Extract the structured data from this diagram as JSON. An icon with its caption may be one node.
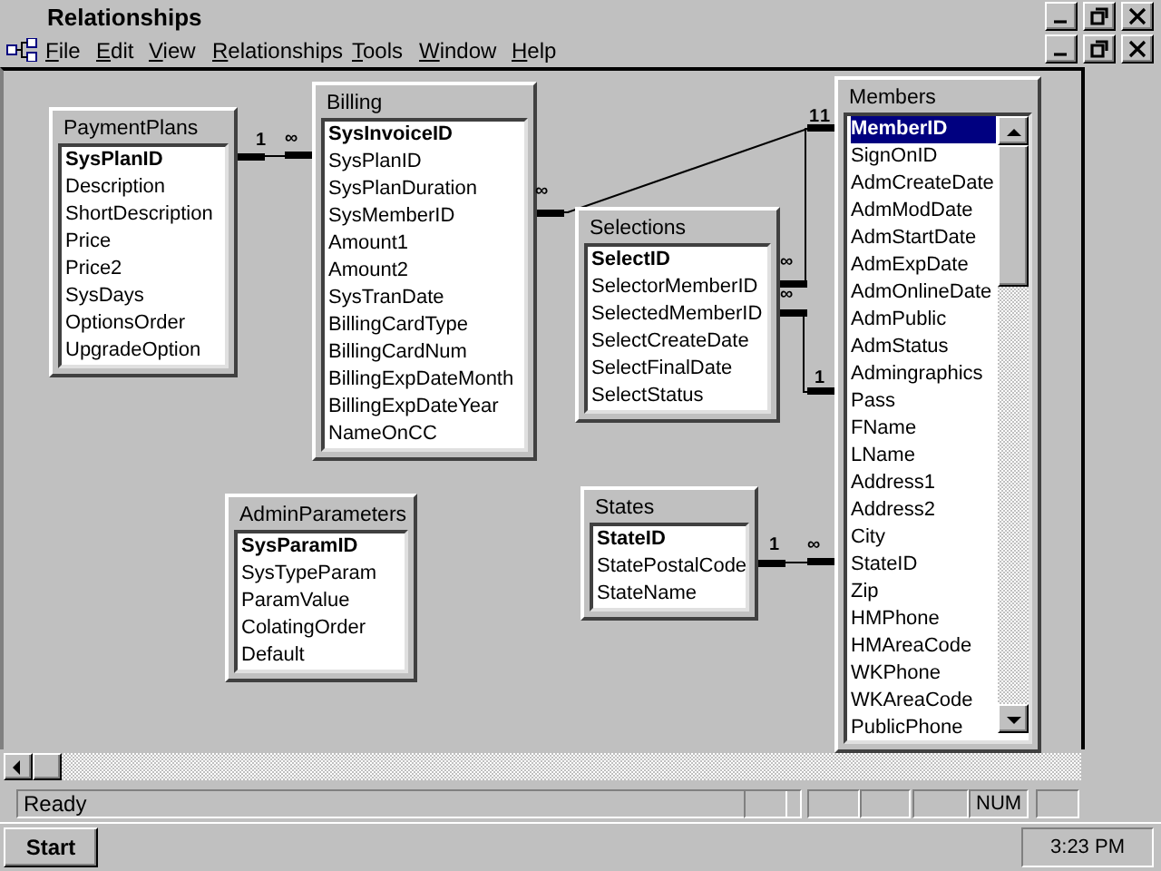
{
  "diagram": {
    "title": "Relationships",
    "nodes": [
      {
        "text": [
          "PaymentPlans",
          "SysPlanID",
          "Description",
          "ShortDescription",
          "Price",
          "Price2",
          "SysDays",
          "OptionsOrder",
          "UpgradeOption"
        ]
      },
      {
        "text": [
          "Billing",
          "SysInvoiceID",
          "SysPlanID",
          "SysPlanDuration",
          "SysMemberID",
          "Amount1",
          "Amount2",
          "SysTranDate",
          "BillingCardType",
          "BillingCardNum",
          "BillingExpDateMonth",
          "BillingExpDateYear",
          "NameOnCC"
        ]
      },
      {
        "text": [
          "Selections",
          "SelectID",
          "SelectorMemberID",
          "SelectedMemberID",
          "SelectCreateDate",
          "SelectFinalDate",
          "SelectStatus"
        ]
      },
      {
        "text": [
          "Members",
          "MemberID",
          "SignOnID",
          "AdmCreateDate",
          "AdmModDate",
          "AdmStartDate",
          "AdmExpDate",
          "AdmOnlineDate",
          "AdmPublic",
          "AdmStatus",
          "Admingraphics",
          "Pass",
          "FName",
          "LName",
          "Address1",
          "Address2",
          "City",
          "StateID",
          "Zip",
          "HMPhone",
          "HMAreaCode",
          "WKPhone",
          "WKAreaCode",
          "PublicPhone"
        ]
      },
      {
        "text": [
          "AdminParameters",
          "SysParamID",
          "SysTypeParam",
          "ParamValue",
          "ColatingOrder",
          "Default"
        ]
      },
      {
        "text": [
          "States",
          "StateID",
          "StatePostalCode",
          "StateName"
        ]
      }
    ],
    "edges": [
      {
        "from": 0,
        "to": 1,
        "arrow": "other"
      },
      {
        "from": 1,
        "to": 3,
        "arrow": "other"
      },
      {
        "from": 2,
        "to": 3,
        "arrow": "other"
      },
      {
        "from": 2,
        "to": 3,
        "arrow": "other"
      },
      {
        "from": 5,
        "to": 3,
        "arrow": "other"
      }
    ],
    "labels": [
      "File",
      "Edit",
      "View",
      "Relationships",
      "Tools",
      "Window",
      "Help",
      "1",
      "1",
      "1",
      "∞",
      "∞",
      "∞",
      "∞",
      "1",
      "1",
      "∞",
      "Ready",
      "NUM",
      "Start",
      "3:23 PM"
    ]
  }
}
